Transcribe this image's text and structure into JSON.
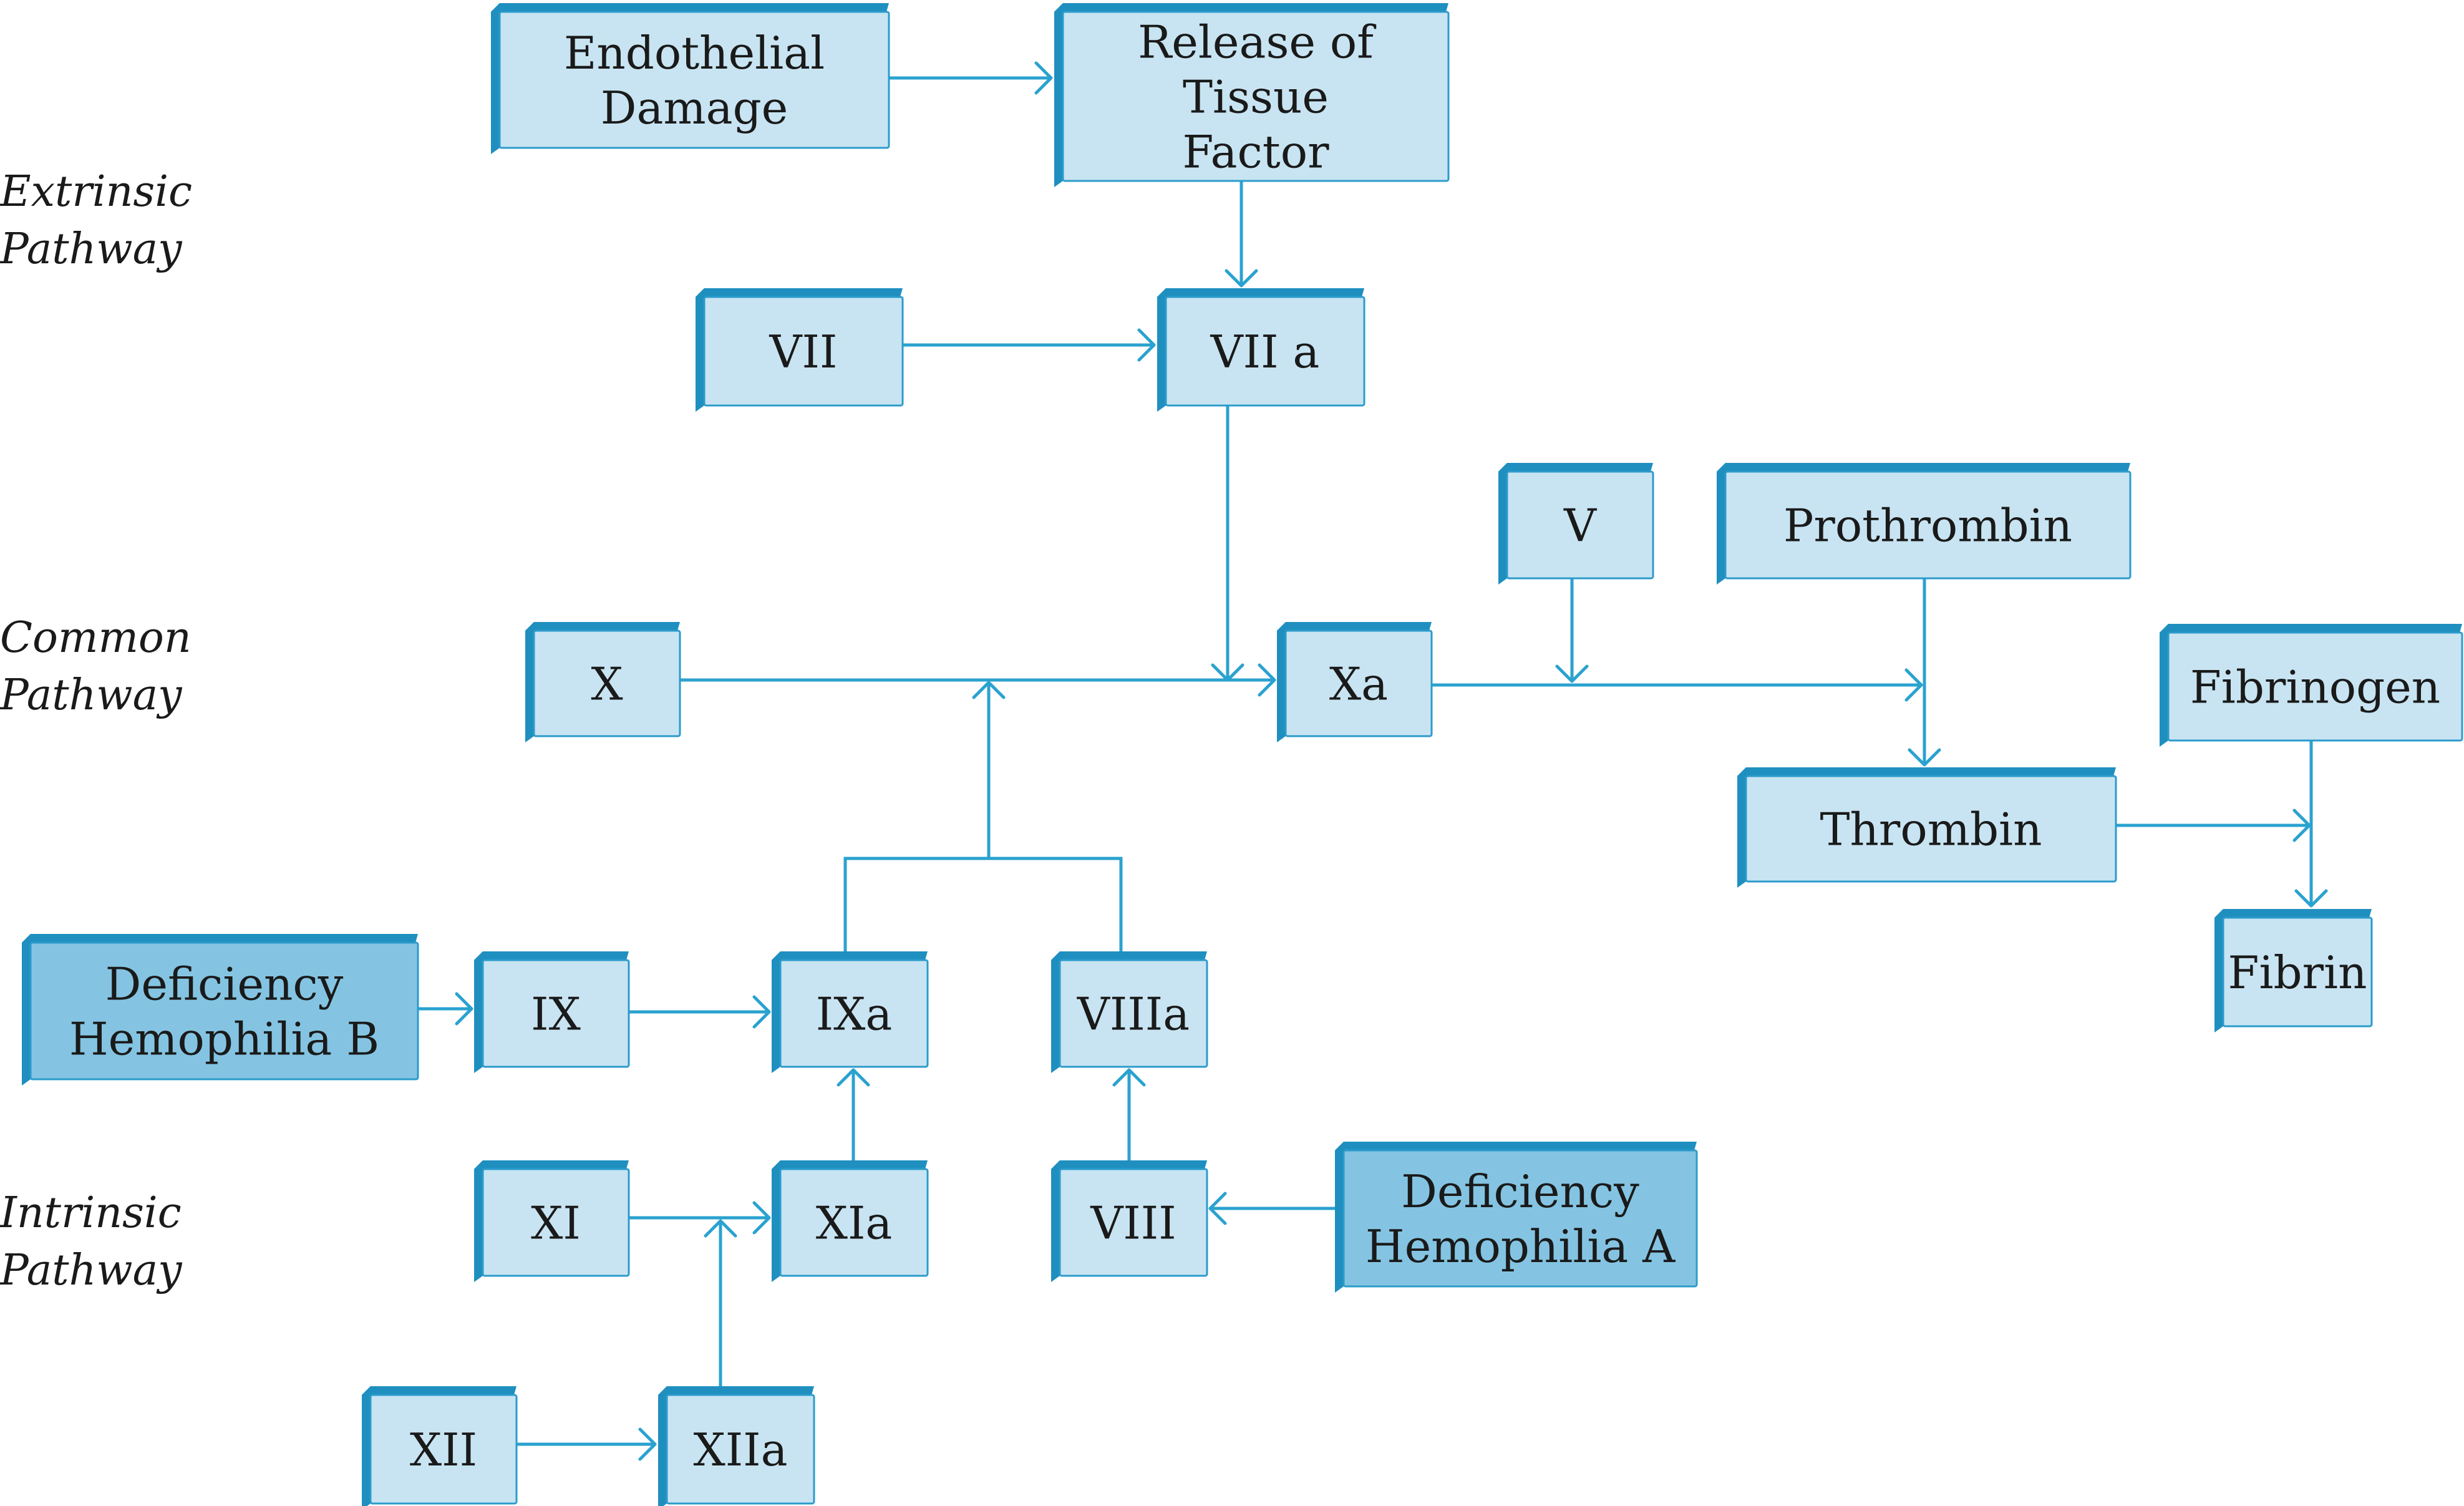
{
  "pathway_labels": {
    "extrinsic": [
      "Extrinsic",
      "Pathway"
    ],
    "common": [
      "Common",
      "Pathway"
    ],
    "intrinsic": [
      "Intrinsic",
      "Pathway"
    ]
  },
  "nodes": {
    "endothelial_damage": [
      "Endothelial",
      "Damage"
    ],
    "release_tissue_factor": [
      "Release of",
      "Tissue",
      "Factor"
    ],
    "vii": [
      "VII"
    ],
    "viia": [
      "VII a"
    ],
    "v": [
      "V"
    ],
    "prothrombin": [
      "Prothrombin"
    ],
    "x": [
      "X"
    ],
    "xa": [
      "Xa"
    ],
    "fibrinogen": [
      "Fibrinogen"
    ],
    "thrombin": [
      "Thrombin"
    ],
    "fibrin": [
      "Fibrin"
    ],
    "deficiency_hemophilia_b": [
      "Deficiency",
      "Hemophilia B"
    ],
    "ix": [
      "IX"
    ],
    "ixa": [
      "IXa"
    ],
    "viiia": [
      "VIIIa"
    ],
    "xi": [
      "XI"
    ],
    "xia": [
      "XIa"
    ],
    "viii": [
      "VIII"
    ],
    "deficiency_hemophilia_a": [
      "Deficiency",
      "Hemophilia A"
    ],
    "xii": [
      "XII"
    ],
    "xiia": [
      "XIIa"
    ]
  },
  "colors": {
    "box_fill": "#c8e4f2",
    "box_fill_highlight": "#84c4e2",
    "box_edge": "#2b9bcb",
    "box_side": "#1f8fc0",
    "connector": "#2aa2cf"
  }
}
